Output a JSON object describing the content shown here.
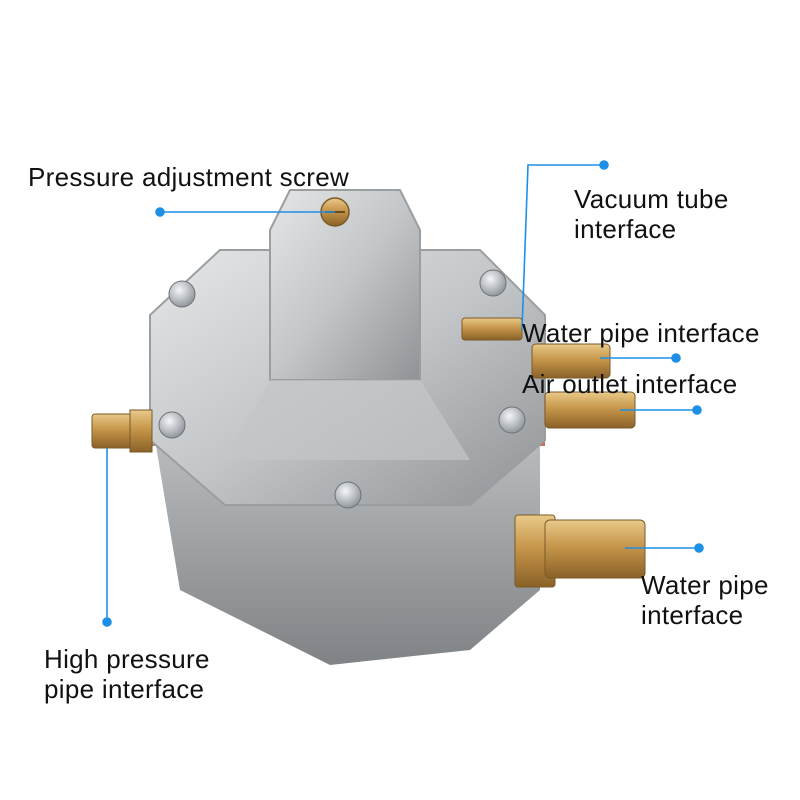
{
  "labels": {
    "pressure_screw": "Pressure adjustment screw",
    "vacuum_tube": {
      "line1": "Vacuum tube",
      "line2": "interface"
    },
    "water_pipe_upper": "Water pipe interface",
    "air_outlet": "Air outlet interface",
    "water_pipe_lower": {
      "line1": "Water pipe",
      "line2": "interface"
    },
    "high_pressure": {
      "line1": "High pressure",
      "line2": "pipe interface"
    }
  },
  "colors": {
    "callout": "#1f8fe6",
    "body_metal": "#c9ccce",
    "brass": "#c79a4e",
    "gasket": "#b65a43"
  }
}
